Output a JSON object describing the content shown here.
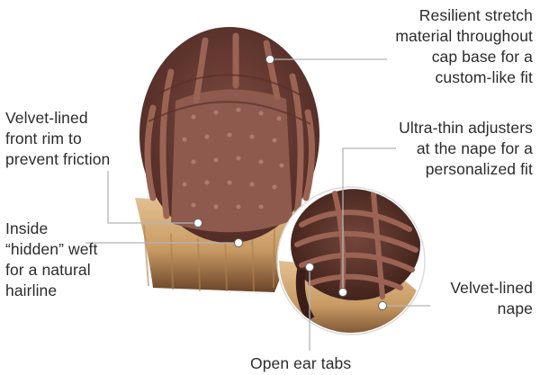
{
  "callouts": [
    {
      "id": "resilient",
      "text": "Resilient stretch\nmaterial throughout\ncap base for a\ncustom-like fit"
    },
    {
      "id": "front-rim",
      "text": "Velvet-lined\nfront rim to\nprevent friction"
    },
    {
      "id": "adjusters",
      "text": "Ultra-thin adjusters\nat the nape for a\npersonalized fit"
    },
    {
      "id": "weft",
      "text": "Inside\n“hidden” weft\nfor a natural\nhairline"
    },
    {
      "id": "nape",
      "text": "Velvet-lined\nnape"
    },
    {
      "id": "ear-tabs",
      "text": "Open ear tabs"
    }
  ],
  "colors": {
    "cap": "#6e3e35",
    "strap": "#8a5347",
    "hair_light": "#d9b58a",
    "hair_dark": "#5a3a26",
    "leader": "#b5b5b5"
  }
}
